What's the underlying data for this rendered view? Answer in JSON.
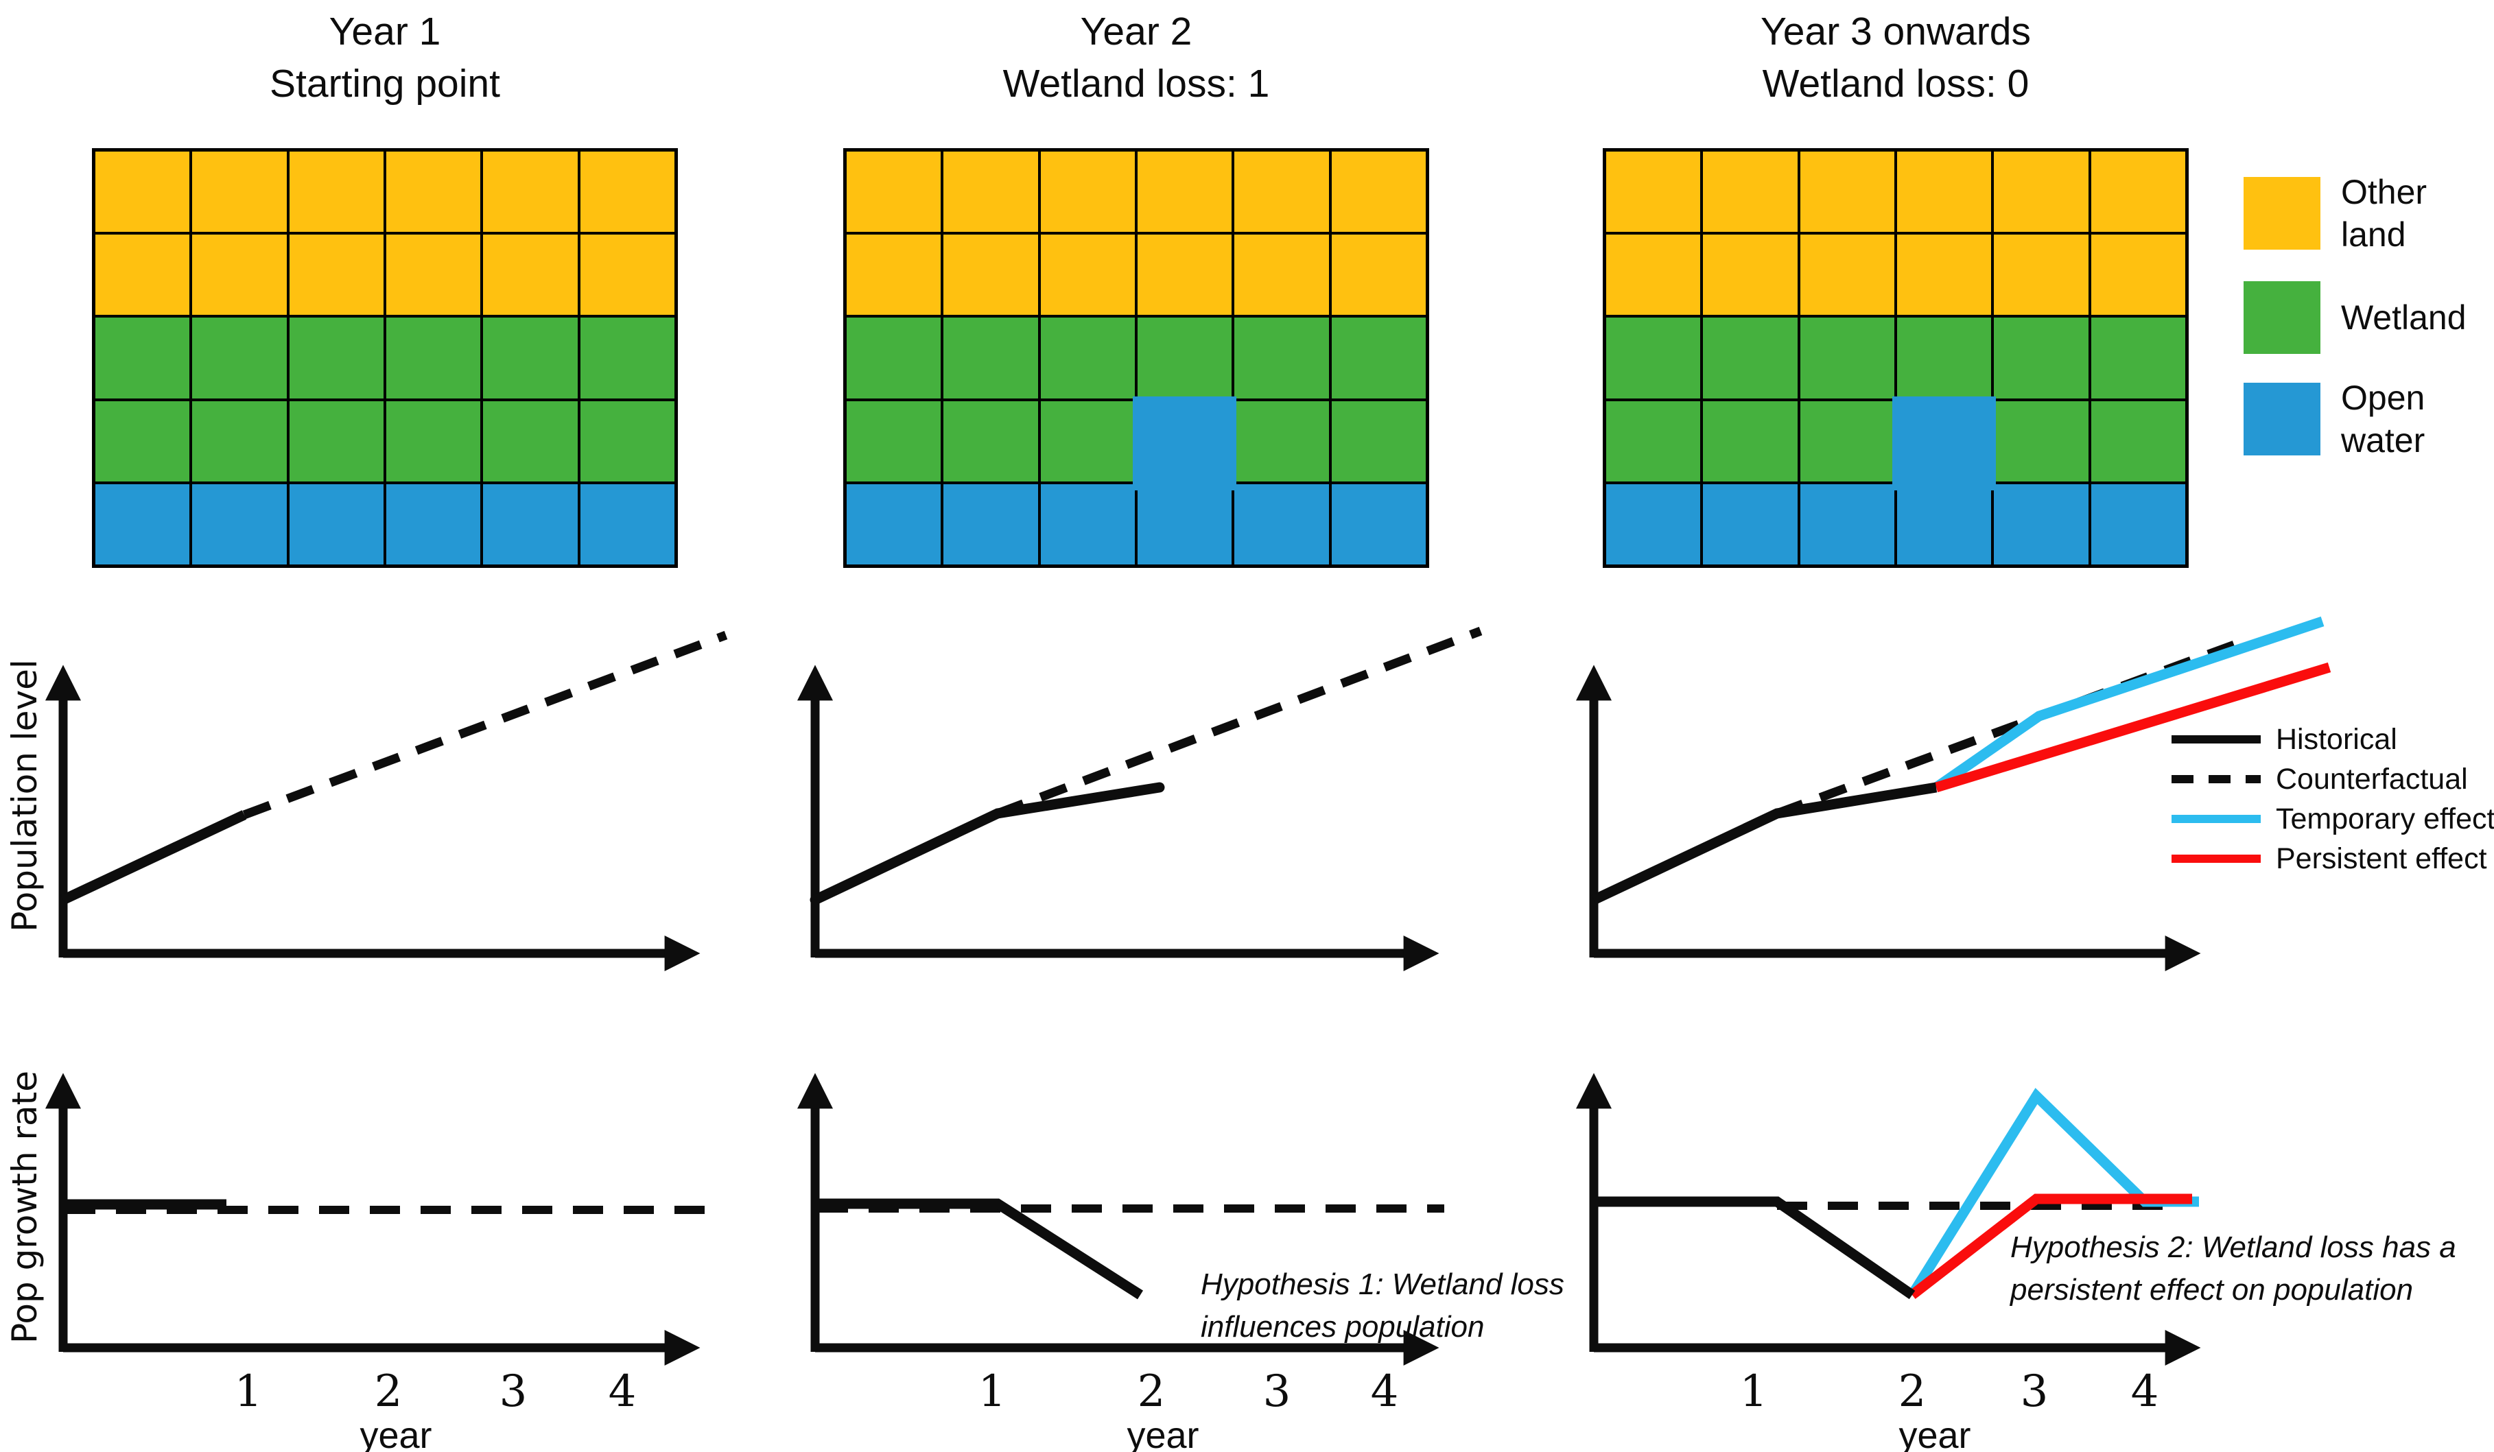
{
  "columns": [
    {
      "title": [
        "Year 1",
        "Starting point"
      ]
    },
    {
      "title": [
        "Year 2",
        "Wetland loss: 1"
      ]
    },
    {
      "title": [
        "Year 3 onwards",
        "Wetland loss: 0"
      ]
    }
  ],
  "palette": {
    "black": "#0d0d0d",
    "cyan": "#2CBCEF",
    "red": "#FA0D0D"
  },
  "grids": {
    "cols": 6,
    "row_types": [
      "other",
      "other",
      "wetland",
      "wetland",
      "water"
    ],
    "colors": {
      "other": "#FFC110",
      "wetland": "#45B13E",
      "water": "#2598D4"
    },
    "panels": [
      {
        "override": null
      },
      {
        "override": {
          "row": 3,
          "col": 3,
          "type": "water"
        }
      },
      {
        "override": {
          "row": 3,
          "col": 3,
          "type": "water"
        }
      }
    ]
  },
  "land_legend": {
    "items": [
      {
        "label": "Other land",
        "color": "#FFC110"
      },
      {
        "label": "Wetland",
        "color": "#45B13E"
      },
      {
        "label": "Open water",
        "color": "#2598D4"
      }
    ]
  },
  "line_legend": {
    "items": [
      {
        "label": "Historical",
        "style": "solid",
        "color": "#0d0d0d"
      },
      {
        "label": "Counterfactual",
        "style": "dashed",
        "color": "#0d0d0d"
      },
      {
        "label": "Temporary effect",
        "style": "solid",
        "color": "#2CBCEF"
      },
      {
        "label": "Persistent effect",
        "style": "solid",
        "color": "#FA0D0D"
      }
    ]
  },
  "pop_axis": {
    "ylabel": "Population level"
  },
  "growth_axis": {
    "ylabel": "Pop growth rate",
    "xlabel": "year",
    "ticks": [
      "1",
      "2",
      "3",
      "4"
    ]
  },
  "annotations": {
    "hypothesis1": [
      "Hypothesis 1: Wetland loss",
      "influences population"
    ],
    "hypothesis2": [
      "Hypothesis 2: Wetland loss has a",
      "persistent effect on population"
    ]
  },
  "chart_data": {
    "type": "line",
    "x_unit": "year",
    "x_ticks": [
      1,
      2,
      3,
      4
    ],
    "panels": [
      {
        "id": "population-level-year1",
        "ylabel": "Population level",
        "series": [
          {
            "name": "Historical",
            "style": "solid",
            "x": [
              0,
              1
            ],
            "y": [
              1.0,
              1.5
            ]
          },
          {
            "name": "Counterfactual",
            "style": "dashed",
            "x": [
              1,
              4.5
            ],
            "y": [
              1.5,
              3.2
            ]
          }
        ]
      },
      {
        "id": "population-level-year2",
        "ylabel": "Population level",
        "series": [
          {
            "name": "Historical",
            "style": "solid",
            "x": [
              0,
              1,
              2
            ],
            "y": [
              1.0,
              1.5,
              1.65
            ]
          },
          {
            "name": "Counterfactual",
            "style": "dashed",
            "x": [
              1,
              4.5
            ],
            "y": [
              1.5,
              3.2
            ]
          }
        ]
      },
      {
        "id": "population-level-year3",
        "ylabel": "Population level",
        "series": [
          {
            "name": "Historical",
            "style": "solid",
            "x": [
              0,
              1,
              2
            ],
            "y": [
              1.0,
              1.5,
              1.65
            ]
          },
          {
            "name": "Counterfactual",
            "style": "dashed",
            "x": [
              1,
              4.5
            ],
            "y": [
              1.5,
              3.2
            ]
          },
          {
            "name": "Temporary effect",
            "style": "solid",
            "x": [
              2,
              3,
              4.5
            ],
            "y": [
              1.65,
              2.6,
              3.3
            ]
          },
          {
            "name": "Persistent effect",
            "style": "solid",
            "x": [
              2,
              4.5
            ],
            "y": [
              1.65,
              2.95
            ]
          }
        ]
      },
      {
        "id": "pop-growth-rate-year1",
        "ylabel": "Pop growth rate",
        "series": [
          {
            "name": "Historical",
            "style": "solid",
            "x": [
              0,
              1
            ],
            "y": [
              1,
              1
            ]
          },
          {
            "name": "Counterfactual",
            "style": "dashed",
            "x": [
              0,
              4.3
            ],
            "y": [
              1,
              1
            ]
          }
        ]
      },
      {
        "id": "pop-growth-rate-year2",
        "ylabel": "Pop growth rate",
        "series": [
          {
            "name": "Historical",
            "style": "solid",
            "x": [
              0,
              1,
              1.9
            ],
            "y": [
              1,
              1,
              0.45
            ]
          },
          {
            "name": "Counterfactual",
            "style": "dashed",
            "x": [
              0,
              4.3
            ],
            "y": [
              1,
              1
            ]
          }
        ]
      },
      {
        "id": "pop-growth-rate-year3",
        "ylabel": "Pop growth rate",
        "series": [
          {
            "name": "Historical",
            "style": "solid",
            "x": [
              0,
              1,
              2
            ],
            "y": [
              1,
              1,
              0.45
            ]
          },
          {
            "name": "Counterfactual",
            "style": "dashed",
            "x": [
              1,
              4.3
            ],
            "y": [
              1,
              1
            ]
          },
          {
            "name": "Temporary effect",
            "style": "solid",
            "x": [
              2,
              3,
              4,
              4.3
            ],
            "y": [
              0.45,
              1.7,
              1,
              1
            ]
          },
          {
            "name": "Persistent effect",
            "style": "solid",
            "x": [
              2,
              3,
              4.3
            ],
            "y": [
              0.45,
              1,
              1
            ]
          }
        ]
      }
    ]
  }
}
